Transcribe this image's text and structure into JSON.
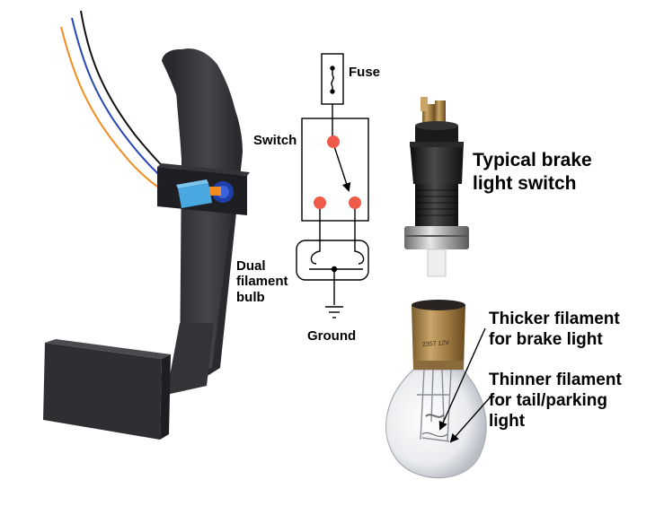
{
  "labels": {
    "fuse": "Fuse",
    "switch": "Switch",
    "dual_filament_bulb": [
      "Dual",
      "filament",
      "bulb"
    ],
    "ground": "Ground",
    "typical_brake_switch": [
      "Typical brake",
      "light switch"
    ],
    "thicker_filament": [
      "Thicker filament",
      "for brake light"
    ],
    "thinner_filament": [
      "Thinner filament",
      "for tail/parking",
      "light"
    ],
    "bulb_base_print": "2357 12V"
  },
  "colors": {
    "pedal": "#3a3a3e",
    "pedal_dark": "#26262a",
    "connector": "#4aa8e0",
    "plunger": "#1f3fa8",
    "wire_black": "#111111",
    "wire_blue": "#2747b5",
    "wire_orange": "#f28c1e",
    "contact": "#ef5b4b"
  }
}
